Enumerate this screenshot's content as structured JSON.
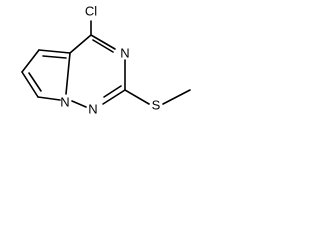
{
  "molecule": {
    "atoms": {
      "chlorine": "Cl",
      "ring_nitrogen_upper": "N",
      "ring_nitrogen_lower_left": "N",
      "ring_nitrogen_lower_right": "N",
      "sulfur": "S"
    },
    "colors": {
      "bond": "#000000",
      "label": "#000000",
      "background": "#ffffff"
    }
  }
}
